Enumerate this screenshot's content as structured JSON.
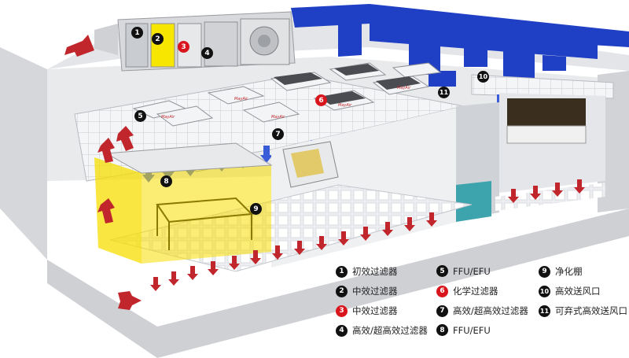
{
  "legend": [
    {
      "num": "1",
      "label": "初效过滤器",
      "color": "#111111"
    },
    {
      "num": "2",
      "label": "中效过滤器",
      "color": "#111111"
    },
    {
      "num": "3",
      "label": "中效过滤器",
      "color": "#d9161d"
    },
    {
      "num": "4",
      "label": "高效/超高效过滤器",
      "color": "#111111"
    },
    {
      "num": "5",
      "label": "FFU/EFU",
      "color": "#111111"
    },
    {
      "num": "6",
      "label": "化学过滤器",
      "color": "#d9161d"
    },
    {
      "num": "7",
      "label": "高效/超高效过滤器",
      "color": "#111111"
    },
    {
      "num": "8",
      "label": "FFU/EFU",
      "color": "#111111"
    },
    {
      "num": "9",
      "label": "净化棚",
      "color": "#111111"
    },
    {
      "num": "10",
      "label": "高效送风口",
      "color": "#111111"
    },
    {
      "num": "11",
      "label": "可弃式高效送风口",
      "color": "#111111"
    }
  ],
  "brand": "MayAir",
  "colors": {
    "duct": "#1f3fc4",
    "arrow": "#3a5bd8",
    "return_arrow": "#c0262b",
    "tent": "#f7dd00",
    "teal_floor": "#3da3ad",
    "wall": "#dcdde0"
  }
}
